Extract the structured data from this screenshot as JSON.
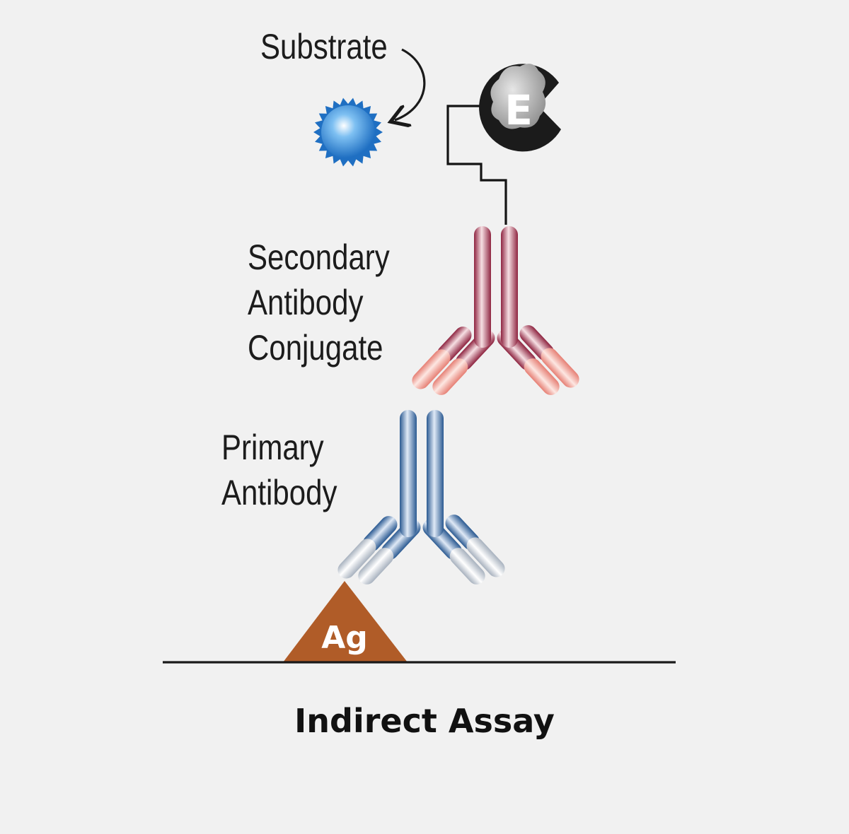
{
  "labels": {
    "substrate": "Substrate",
    "secondary_line1": "Secondary",
    "secondary_line2": "Antibody",
    "secondary_line3": "Conjugate",
    "primary_line1": "Primary",
    "primary_line2": "Antibody",
    "antigen": "Ag",
    "enzyme": "E",
    "title": "Indirect Assay"
  },
  "colors": {
    "secondary_antibody": "#b5475e",
    "secondary_light_chain": "#f0a59a",
    "primary_antibody": "#3f6ea8",
    "primary_light_chain": "#d7dde6",
    "antigen": "#b05c28",
    "substrate": "#2f86d6",
    "enzyme_disc": "#1b1b1b",
    "surface_line": "#1a1a1a"
  }
}
